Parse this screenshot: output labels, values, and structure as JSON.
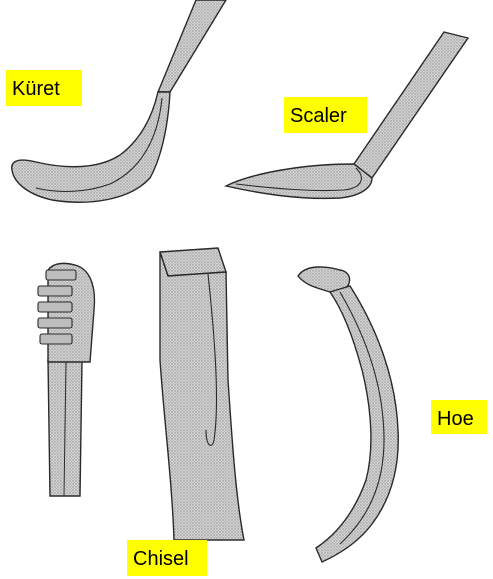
{
  "labels": {
    "kuret": "Küret",
    "scaler": "Scaler",
    "hoe": "Hoe",
    "chisel": "Chisel"
  },
  "colors": {
    "label_background": "#ffff00",
    "instrument_fill": "#c9c9c9",
    "instrument_outline": "#2a2a2a",
    "shading": "#8a8a8a"
  }
}
